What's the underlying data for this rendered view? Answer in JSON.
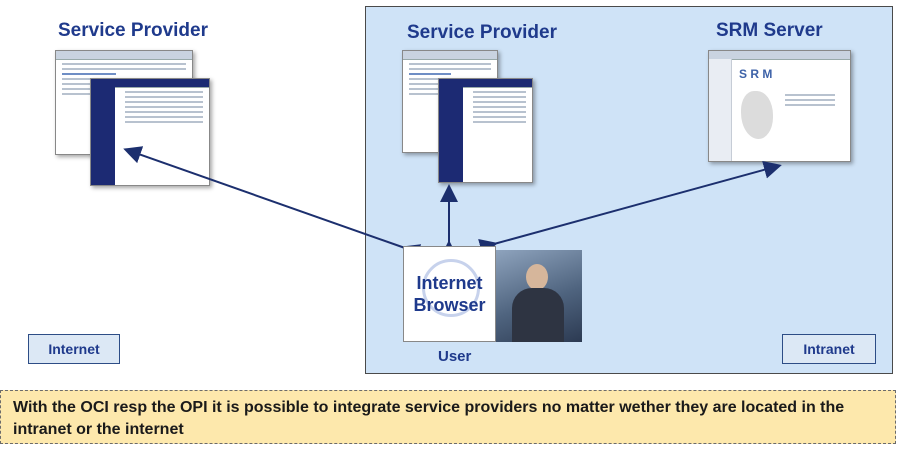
{
  "titles": {
    "provider_left": "Service Provider",
    "provider_mid": "Service Provider",
    "srm_server": "SRM Server"
  },
  "browser": {
    "line1": "Internet",
    "line2": "Browser"
  },
  "user_label": "User",
  "zones": {
    "internet": "Internet",
    "intranet": "Intranet"
  },
  "srm_logo_text": "S R M",
  "note": "With the OCI resp the OPI it is possible to integrate service providers no matter wether they are located in the intranet or the internet",
  "colors": {
    "title": "#1f3a8c",
    "intranet_bg": "#cfe3f7",
    "note_bg": "#fde8ac",
    "arrow": "#1c2f6e"
  },
  "icons": [
    "service-provider-screenshot",
    "srm-server-screenshot",
    "internet-browser-icon",
    "user-photo"
  ]
}
